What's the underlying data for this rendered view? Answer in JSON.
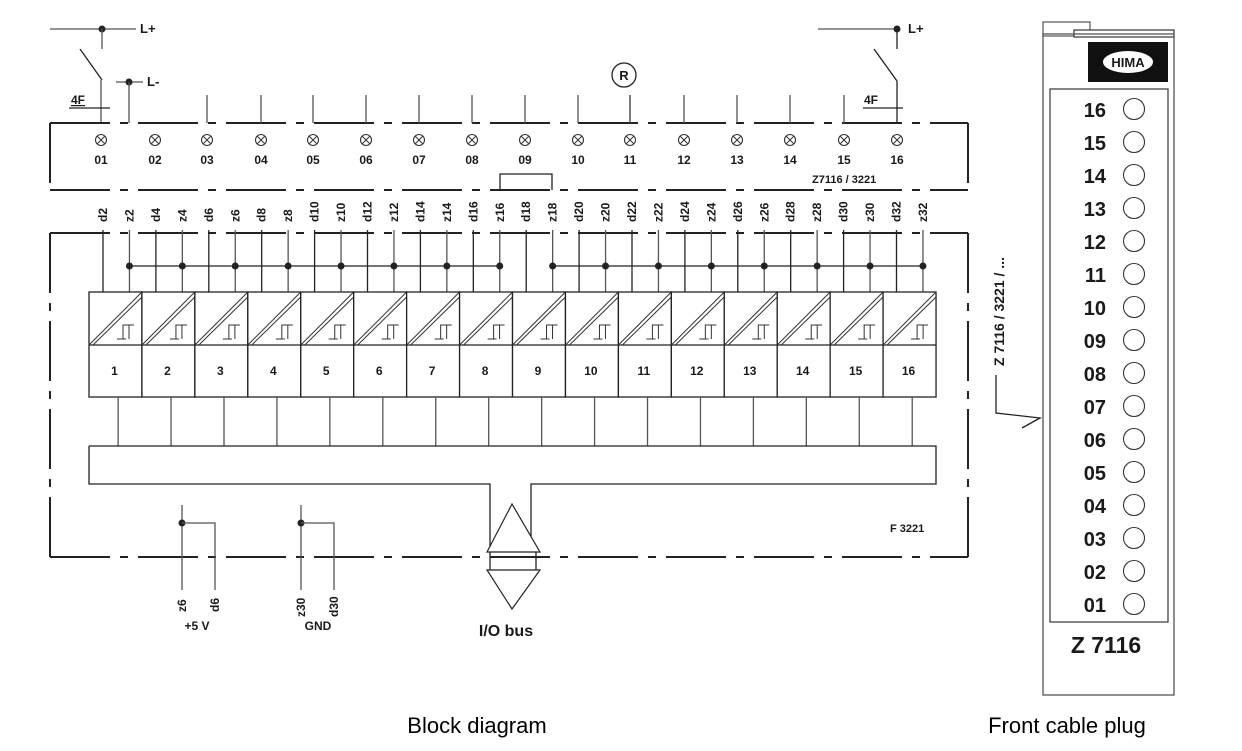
{
  "supply": {
    "left": {
      "l_plus": "L+",
      "l_minus": "L-",
      "fuse": "4F"
    },
    "right": {
      "l_plus": "L+",
      "fuse": "4F"
    }
  },
  "reset_symbol": "R",
  "connector": {
    "label": "Z7116 / 3221",
    "terminals": [
      "01",
      "02",
      "03",
      "04",
      "05",
      "06",
      "07",
      "08",
      "09",
      "10",
      "11",
      "12",
      "13",
      "14",
      "15",
      "16"
    ]
  },
  "pins": [
    "d2",
    "z2",
    "d4",
    "z4",
    "d6",
    "z6",
    "d8",
    "z8",
    "d10",
    "z10",
    "d12",
    "z12",
    "d14",
    "z14",
    "d16",
    "z16",
    "d18",
    "z18",
    "d20",
    "z20",
    "d22",
    "z22",
    "d24",
    "z24",
    "d26",
    "z26",
    "d28",
    "z28",
    "d30",
    "z30",
    "d32",
    "z32"
  ],
  "channels": [
    "1",
    "2",
    "3",
    "4",
    "5",
    "6",
    "7",
    "8",
    "9",
    "10",
    "11",
    "12",
    "13",
    "14",
    "15",
    "16"
  ],
  "module_label": "F 3221",
  "power": {
    "plus5v": {
      "pins": [
        "z6",
        "d6"
      ],
      "label": "+5 V"
    },
    "gnd": {
      "pins": [
        "z30",
        "d30"
      ],
      "label": "GND"
    }
  },
  "io_bus_label": "I/O bus",
  "cable_ref": "Z 7116 / 3221 / ...",
  "plug": {
    "brand": "HIMA",
    "leds": [
      "16",
      "15",
      "14",
      "13",
      "12",
      "11",
      "10",
      "09",
      "08",
      "07",
      "06",
      "05",
      "04",
      "03",
      "02",
      "01"
    ],
    "model": "Z 7116"
  },
  "captions": {
    "block_diagram": "Block diagram",
    "front_plug": "Front cable plug"
  }
}
